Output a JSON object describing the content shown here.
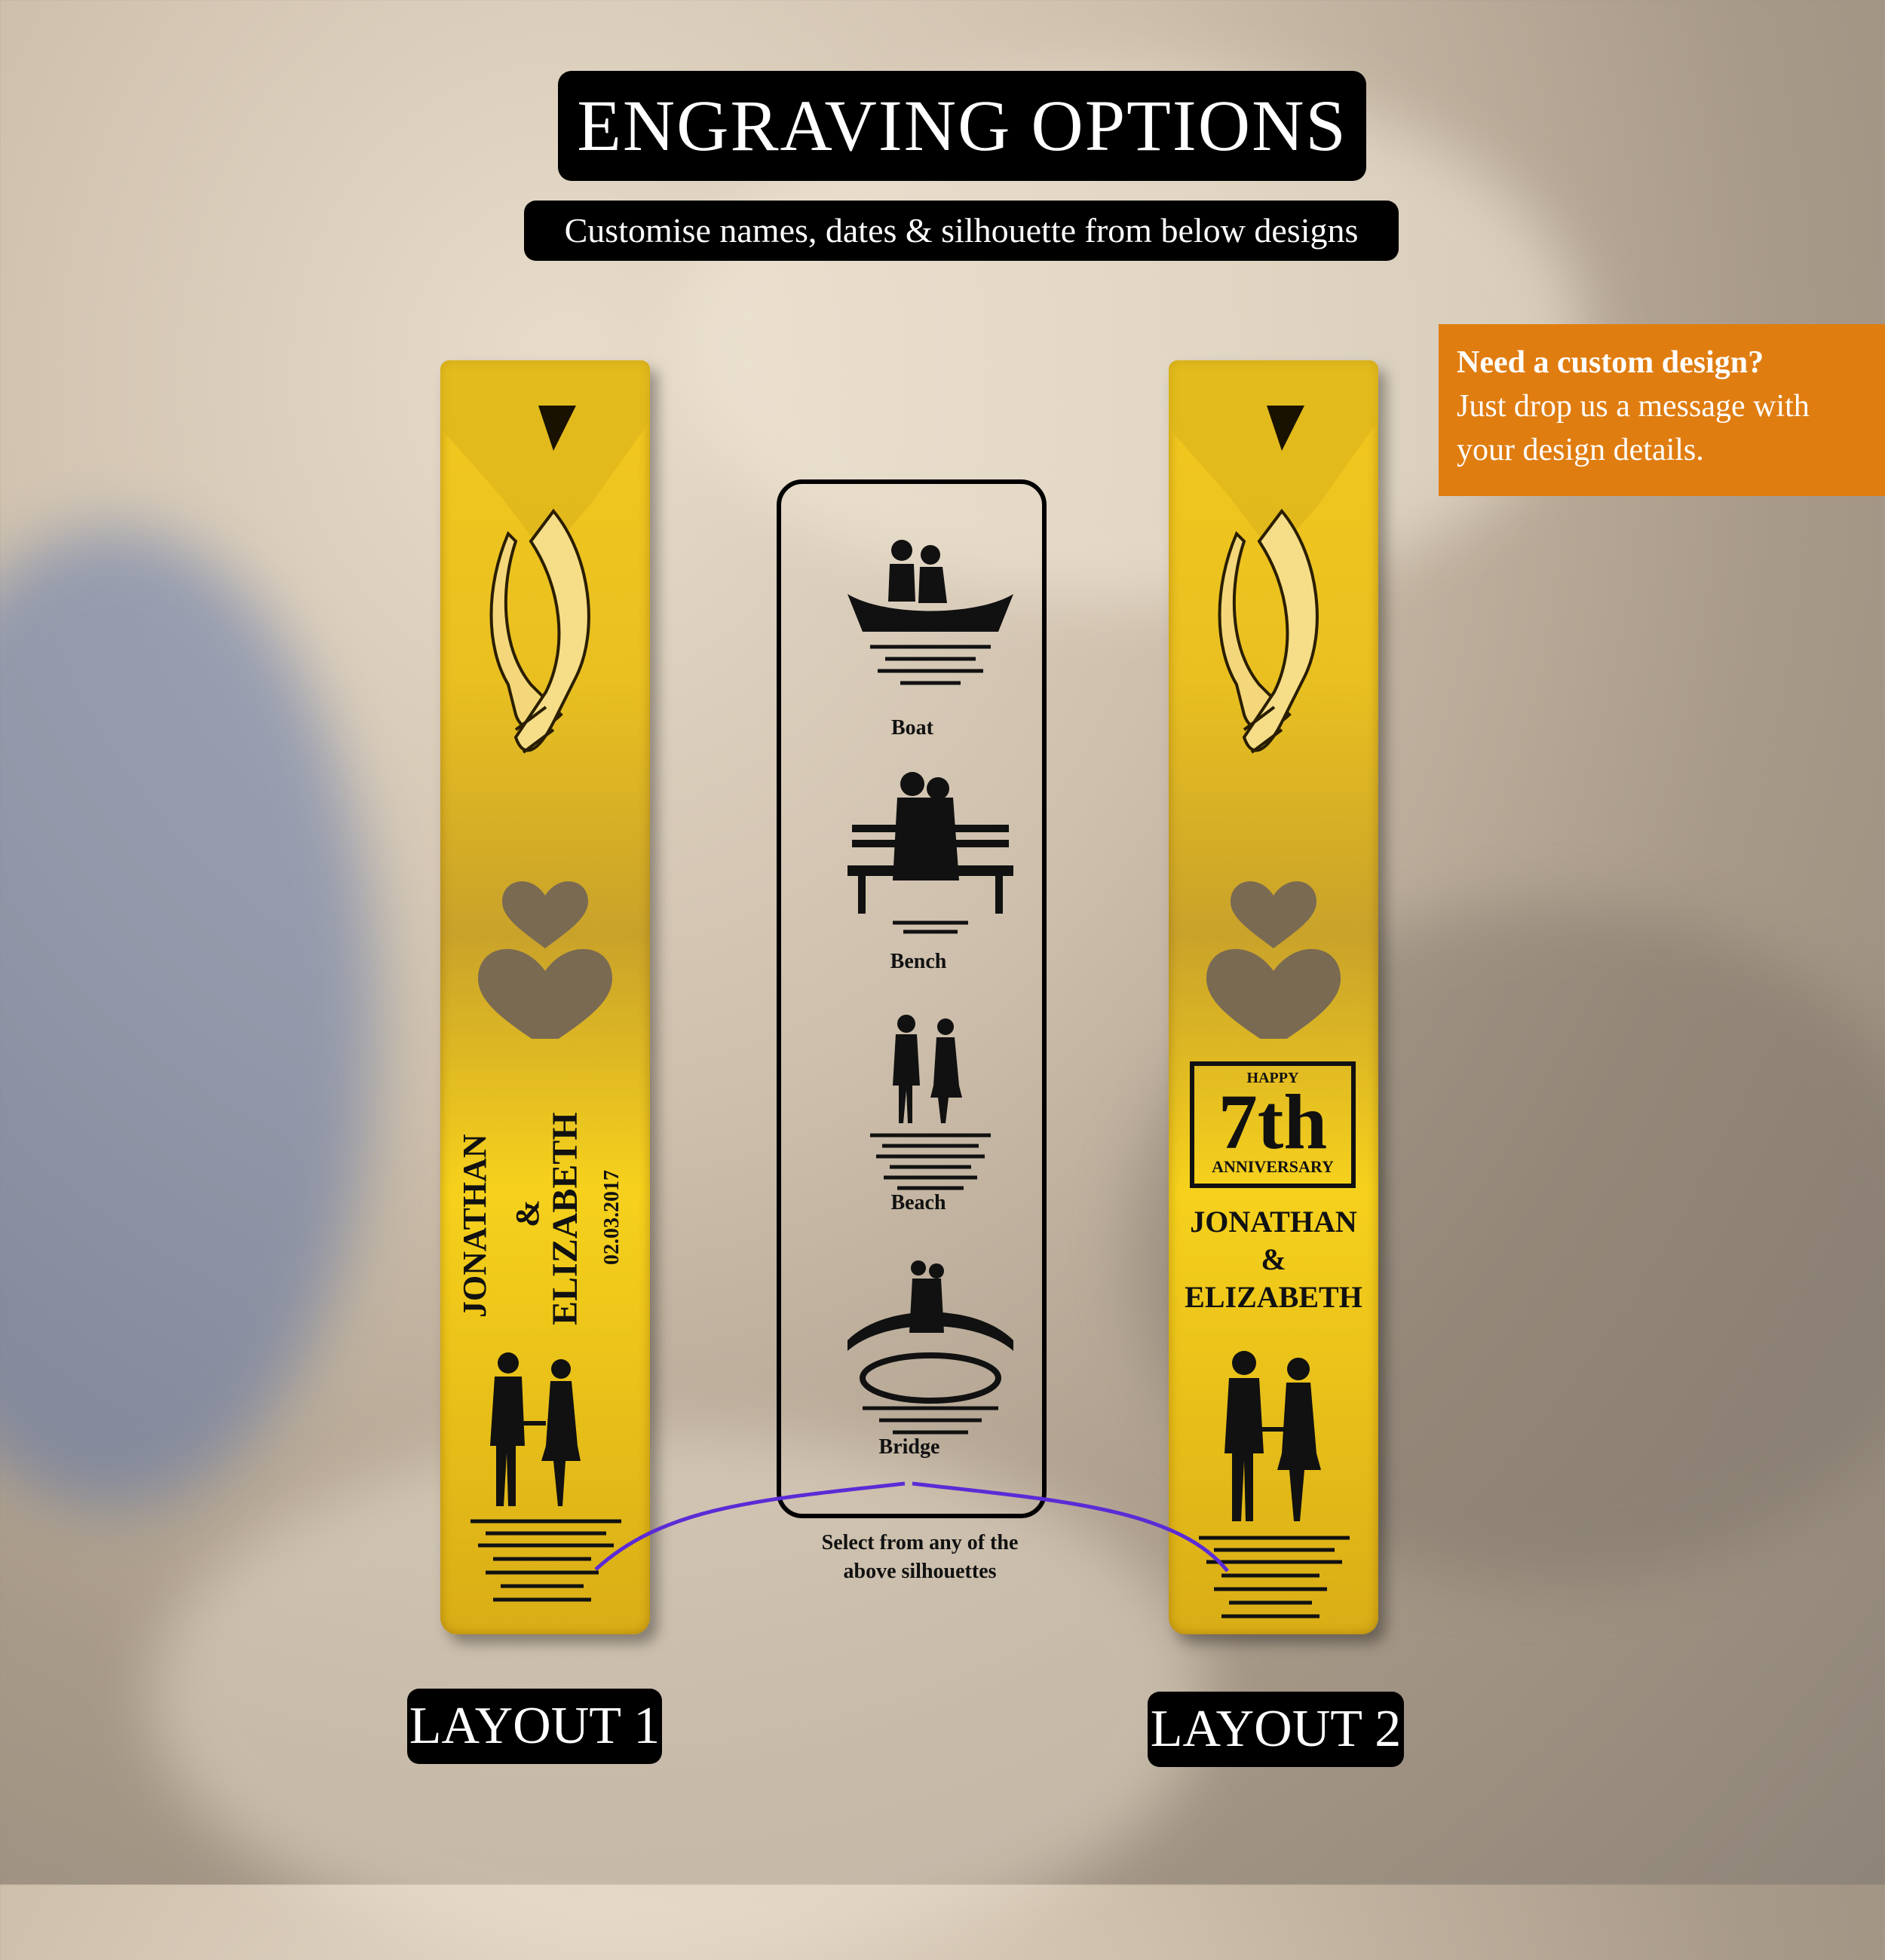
{
  "header": {
    "title": "ENGRAVING OPTIONS",
    "subtitle": "Customise names, dates & silhouette from below designs"
  },
  "custom_note": {
    "heading": "Need a custom design?",
    "line1": "Just drop us a message with",
    "line2": "your design details."
  },
  "layout1": {
    "label": "LAYOUT 1",
    "name1": "JONATHAN",
    "amp": "&",
    "name2": "ELIZABETH",
    "date": "02.03.2017"
  },
  "layout2": {
    "label": "LAYOUT 2",
    "happy": "HAPPY",
    "number": "7th",
    "anniversary": "ANNIVERSARY",
    "name1": "JONATHAN",
    "amp": "&",
    "name2": "ELIZABETH"
  },
  "silhouettes": [
    {
      "label": "Boat"
    },
    {
      "label": "Bench"
    },
    {
      "label": "Beach"
    },
    {
      "label": "Bridge"
    }
  ],
  "select_note": {
    "line1": "Select from any of the",
    "line2": "above silhouettes"
  },
  "colors": {
    "gold": "#f2c81e",
    "orange": "#e07d10",
    "connector": "#5a2bd6"
  }
}
